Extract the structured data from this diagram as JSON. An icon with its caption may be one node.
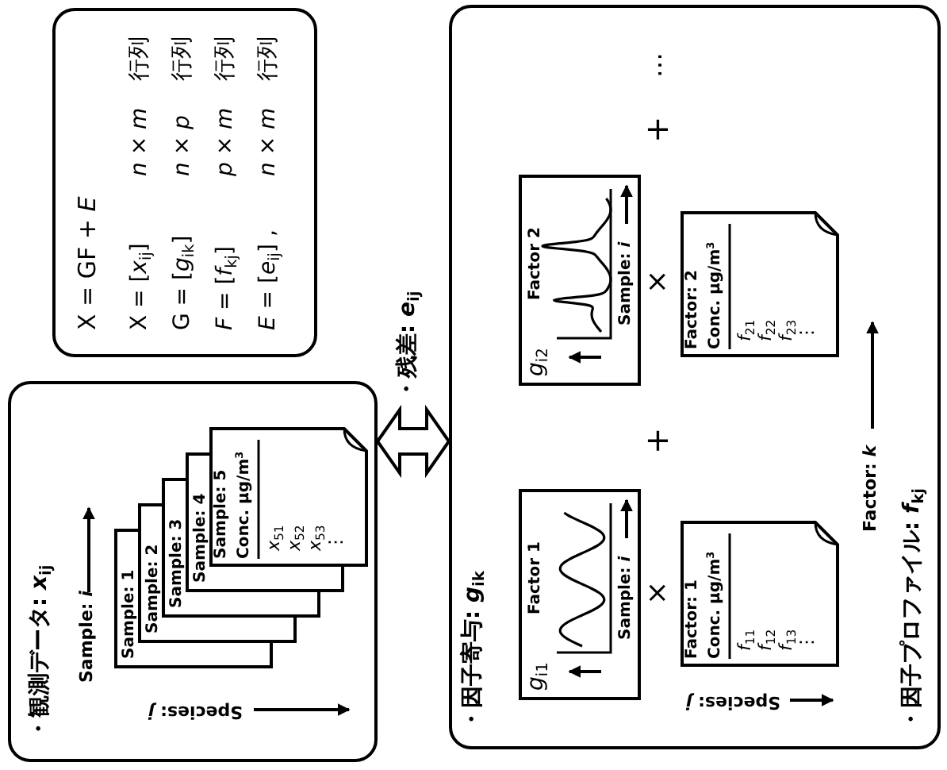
{
  "diagram": {
    "nodes": [
      {
        "text": [
          "・観測データ: *x*$_{ij}$"
        ]
      },
      {
        "text": [
          "Sample: 1"
        ],
        "in": 0
      },
      {
        "text": [
          "Sample: 2"
        ],
        "in": 0
      },
      {
        "text": [
          "Sample: 3"
        ],
        "in": 0
      },
      {
        "text": [
          "Sample: 4"
        ],
        "in": 0
      },
      {
        "text": [
          "Sample: 5",
          "Conc. μg/m$^{3}$",
          "*x*$_{51}$ *x*$_{52}$ *x*$_{53}$ ⋮"
        ],
        "in": 0
      },
      {
        "text": [
          "X = GF + *E*",
          "X = [*x*$_{ij}$]",
          "*n* × *m*",
          "行列",
          "G = [*g*$_{ik}$]",
          "*n* × *p*",
          "行列",
          "*F* = [*f*$_{kj}$]",
          "*p* × *m*",
          "行列",
          "*E* = [*e*$_{ij}$] ,",
          "*n* × *m*",
          "行列"
        ]
      },
      {
        "text": [
          "・因子寄与: *g*$_{ik}$",
          "・因子プロファイル: *f*$_{kj}$"
        ]
      },
      {
        "text": [
          "*g*$_{i1}$",
          "Factor 1",
          "Sample: *i*"
        ],
        "in": 7
      },
      {
        "text": [
          "*g*$_{i2}$",
          "Factor 2",
          "Sample: *i*"
        ],
        "in": 7
      },
      {
        "text": [
          "Factor: 1",
          "Conc. μg/m$^{3}$",
          "*f*$_{11}$ *f*$_{12}$ *f*$_{13}$ ⋮"
        ],
        "in": 7
      },
      {
        "text": [
          "Factor: 2",
          "Conc. μg/m$^{3}$",
          "*f*$_{21}$ *f*$_{22}$ *f*$_{23}$ ⋮"
        ],
        "in": 7
      }
    ],
    "edges": [
      {
        "from": 0,
        "to": 7,
        "arrow": "both",
        "label": "・残差: *e*$_{ij}$"
      }
    ],
    "labels": [
      "Sample: *i*",
      "Species: *j*",
      "×",
      "+",
      "×",
      "+",
      "…",
      "Species: *j*",
      "Factor: *k*"
    ]
  }
}
